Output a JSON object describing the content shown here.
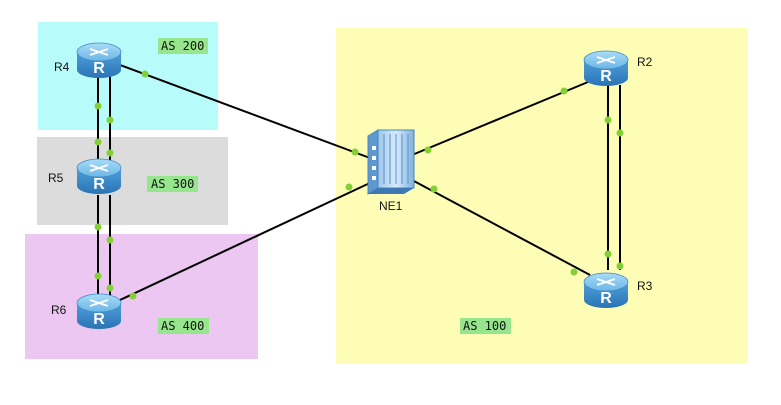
{
  "areas": {
    "as200": {
      "label": "AS 200",
      "color": "#b8fbfb"
    },
    "as300": {
      "label": "AS 300",
      "color": "#dcdcdc"
    },
    "as400": {
      "label": "AS 400",
      "color": "#ebc7f1"
    },
    "as100": {
      "label": "AS 100",
      "color": "#fefdb6"
    }
  },
  "tag_color": "#97e58c",
  "link_color": "#000000",
  "endpoint_color": "#82d035",
  "devices": {
    "r4": {
      "label": "R4",
      "icon": "router-icon",
      "glyph": "R"
    },
    "r5": {
      "label": "R5",
      "icon": "router-icon",
      "glyph": "R"
    },
    "r6": {
      "label": "R6",
      "icon": "router-icon",
      "glyph": "R"
    },
    "r2": {
      "label": "R2",
      "icon": "router-icon",
      "glyph": "R"
    },
    "r3": {
      "label": "R3",
      "icon": "router-icon",
      "glyph": "R"
    },
    "ne1": {
      "label": "NE1",
      "icon": "switch-chassis-icon"
    }
  }
}
